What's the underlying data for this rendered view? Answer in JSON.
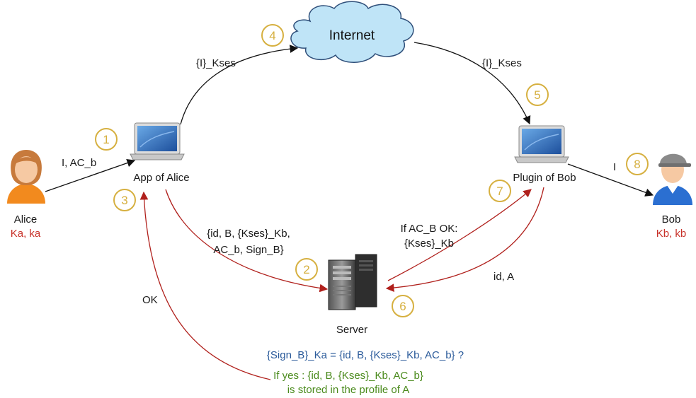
{
  "cloud_label": "Internet",
  "nodes": {
    "alice": {
      "name": "Alice",
      "keys": "Ka, ka"
    },
    "bob": {
      "name": "Bob",
      "keys": "Kb, kb"
    },
    "app_alice": "App of Alice",
    "plugin_bob": "Plugin of Bob",
    "server": "Server"
  },
  "edge_labels": {
    "alice_to_app": "I, AC_b",
    "app_to_internet": "{I}_Kses",
    "internet_to_plugin": "{I}_Kses",
    "plugin_to_bob": "I",
    "app_to_server_line1": "{id, B, {Kses}_Kb,",
    "app_to_server_line2": "AC_b, Sign_B}",
    "server_to_plugin_line1": "If AC_B OK:",
    "server_to_plugin_line2": "{Kses}_Kb",
    "plugin_to_server": "id, A",
    "server_to_app": "OK"
  },
  "verify_text": "{Sign_B}_Ka = {id, B, {Kses}_Kb, AC_b} ?",
  "store_line1": "If yes : {id, B, {Kses}_Kb, AC_b}",
  "store_line2": "is stored in the profile of A",
  "steps": [
    "1",
    "2",
    "3",
    "4",
    "5",
    "6",
    "7",
    "8"
  ],
  "colors": {
    "step_circle": "#d6b040",
    "red_arrow": "#b0201c",
    "black_arrow": "#111111",
    "key_text": "#c8322a",
    "verify_text": "#2a5a9a",
    "store_text": "#4a8a1c",
    "cloud_fill": "#bfe4f7",
    "cloud_stroke": "#2f4f7a"
  }
}
